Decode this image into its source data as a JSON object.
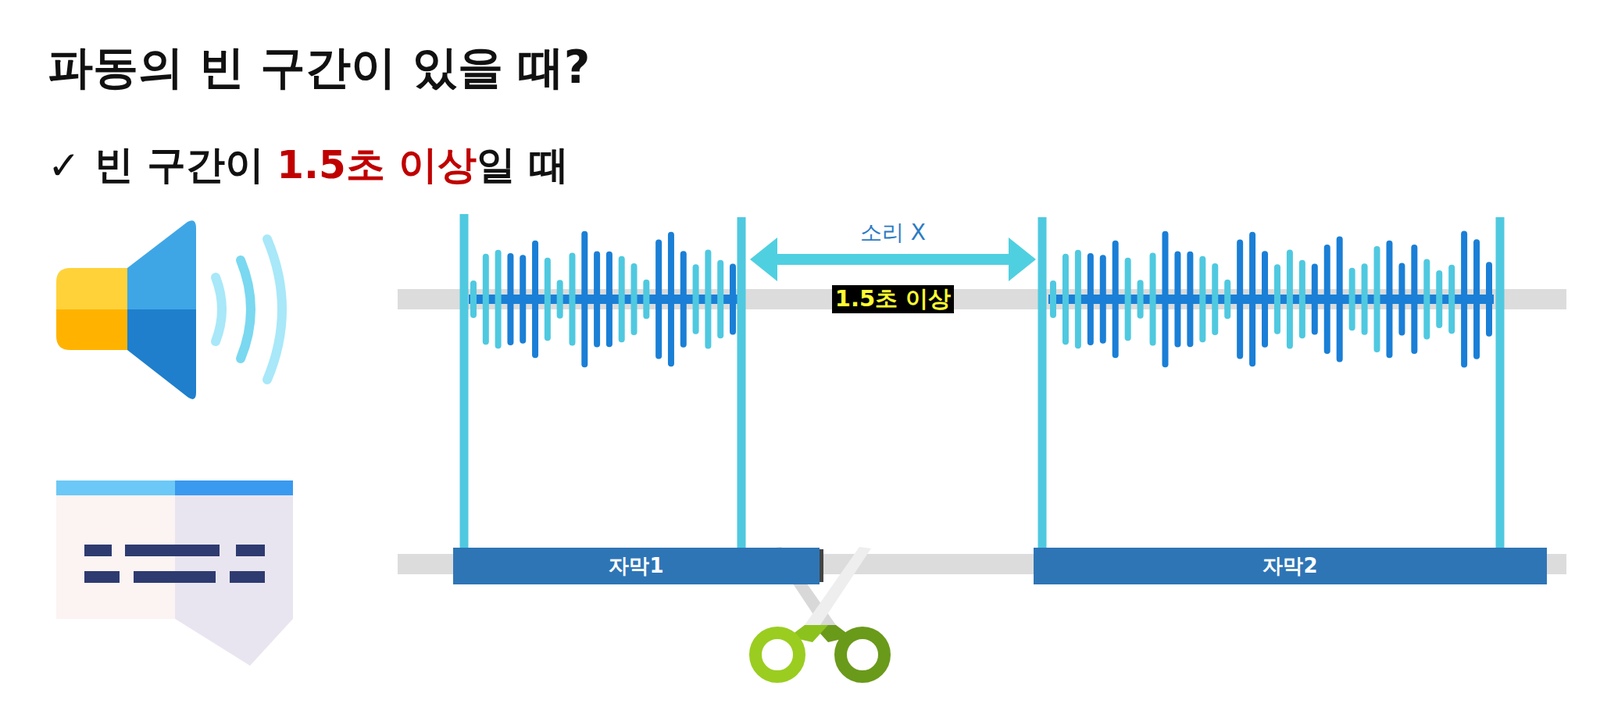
{
  "diagram": {
    "title": "파동의 빈 구간이 있을 때?",
    "nodes": [
      {
        "text": [
          "자막1"
        ]
      },
      {
        "text": [
          "자막2"
        ]
      }
    ],
    "labels": [
      "✓",
      "빈 구간이",
      "1.5초 이상",
      "일 때",
      "소리 X",
      "1.5초 이상"
    ]
  }
}
